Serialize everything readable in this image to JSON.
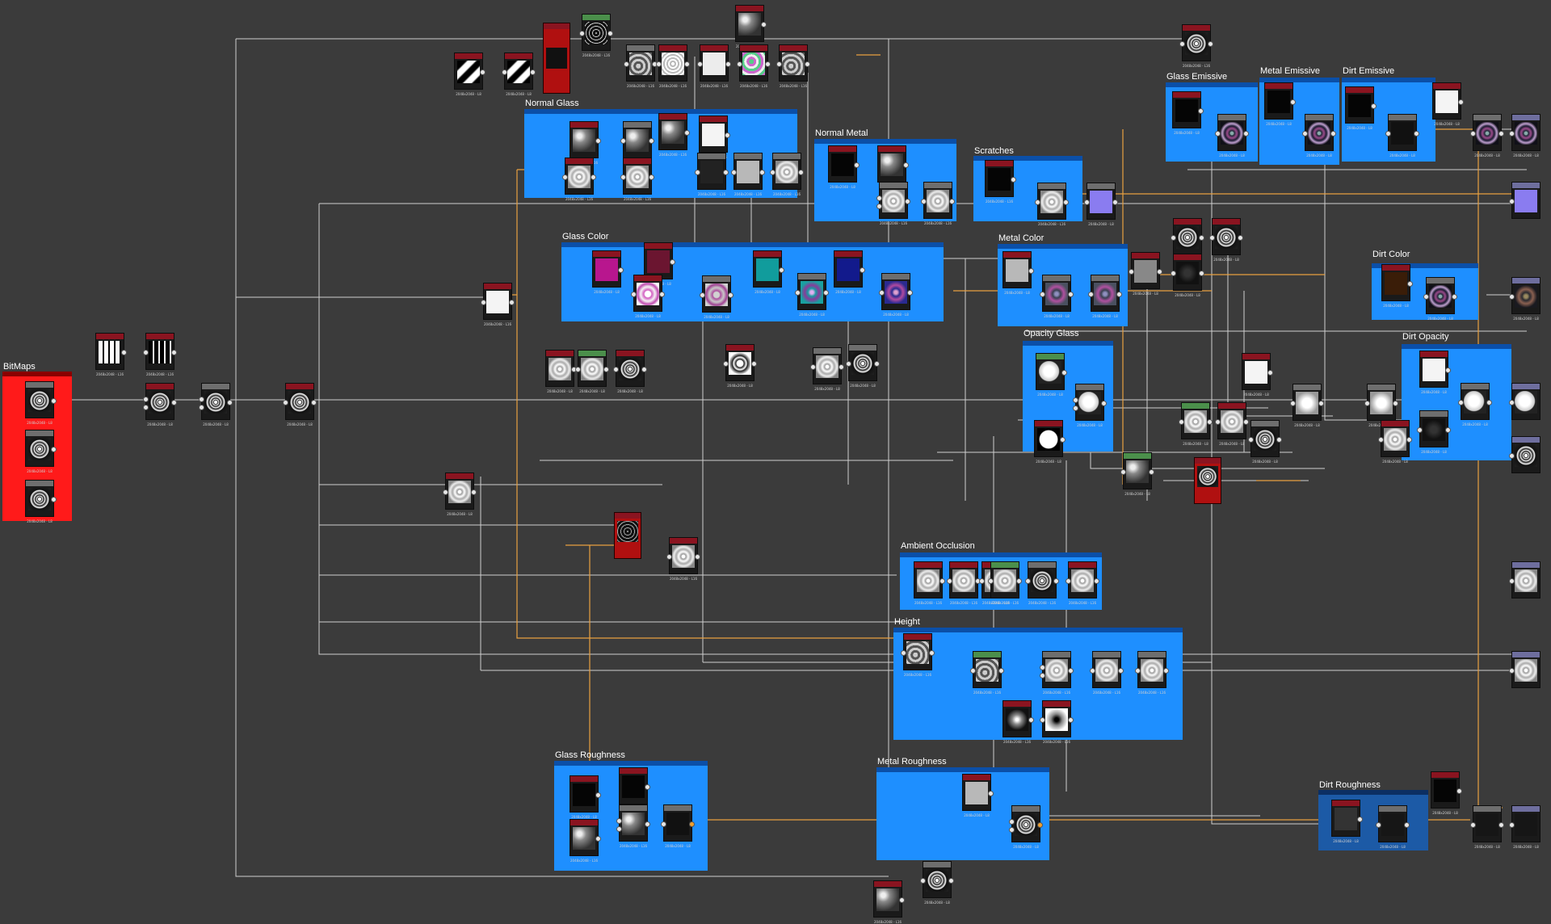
{
  "frames": [
    {
      "id": "bitmaps",
      "label": "BitMaps",
      "style": "red"
    },
    {
      "id": "normal-glass",
      "label": "Normal Glass",
      "style": "blue"
    },
    {
      "id": "normal-metal",
      "label": "Normal Metal",
      "style": "blue"
    },
    {
      "id": "scratches",
      "label": "Scratches",
      "style": "blue"
    },
    {
      "id": "glass-emissive",
      "label": "Glass Emissive",
      "style": "blue"
    },
    {
      "id": "metal-emissive",
      "label": "Metal Emissive",
      "style": "blue"
    },
    {
      "id": "dirt-emissive",
      "label": "Dirt Emissive",
      "style": "blue"
    },
    {
      "id": "glass-color",
      "label": "Glass Color",
      "style": "blue"
    },
    {
      "id": "metal-color",
      "label": "Metal Color",
      "style": "blue"
    },
    {
      "id": "dirt-color",
      "label": "Dirt Color",
      "style": "blue"
    },
    {
      "id": "opacity-glass",
      "label": "Opacity Glass",
      "style": "blue"
    },
    {
      "id": "dirt-opacity",
      "label": "Dirt Opacity",
      "style": "blue"
    },
    {
      "id": "ambient-occlusion",
      "label": "Ambient Occlusion",
      "style": "blue"
    },
    {
      "id": "height",
      "label": "Height",
      "style": "blue"
    },
    {
      "id": "glass-roughness",
      "label": "Glass Roughness",
      "style": "blue"
    },
    {
      "id": "metal-roughness",
      "label": "Metal Roughness",
      "style": "blue"
    },
    {
      "id": "dirt-roughness",
      "label": "Dirt Roughness",
      "style": "dark"
    }
  ],
  "node_caption": "2048x2048 - L16",
  "node_caption_l8": "2048x2048 - L8",
  "colors": {
    "background": "#3b3b3b",
    "frame_blue": "#1e8fff",
    "frame_red": "#ff1a1a",
    "frame_dark": "#1c5aa6",
    "wire_white": "#cfcfcf",
    "wire_orange": "#e8a040"
  }
}
